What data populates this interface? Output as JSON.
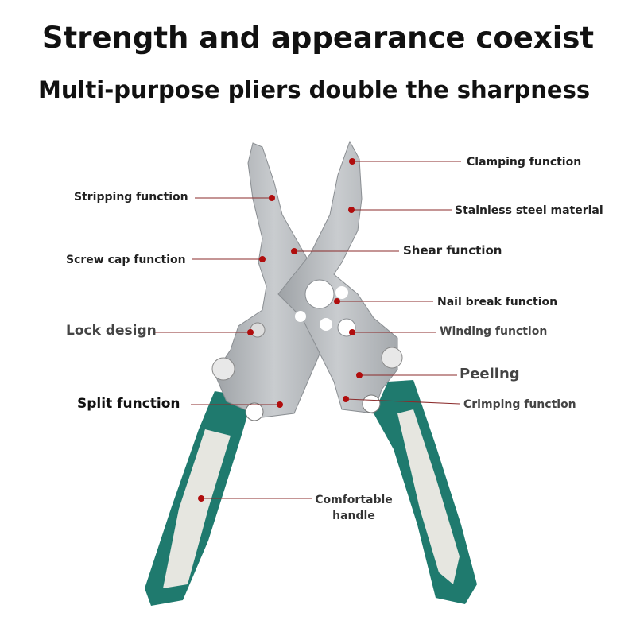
{
  "headline": "Strength and appearance coexist",
  "subheadline": "Multi-purpose pliers double the sharpness",
  "labels": {
    "clamping": "Clamping function",
    "stripping": "Stripping function",
    "stainless": "Stainless steel material",
    "shear": "Shear function",
    "screw_cap": "Screw cap function",
    "nail_break": "Nail break function",
    "lock": "Lock design",
    "winding": "Winding function",
    "peeling": "Peeling",
    "split": "Split function",
    "crimping": "Crimping function",
    "handle_line1": "Comfortable",
    "handle_line2": "handle"
  },
  "colors": {
    "handle_green": "#1f7a6e",
    "handle_grip": "#e6e6e0",
    "steel": "#b9bcbf",
    "dot": "#b00d0d"
  }
}
